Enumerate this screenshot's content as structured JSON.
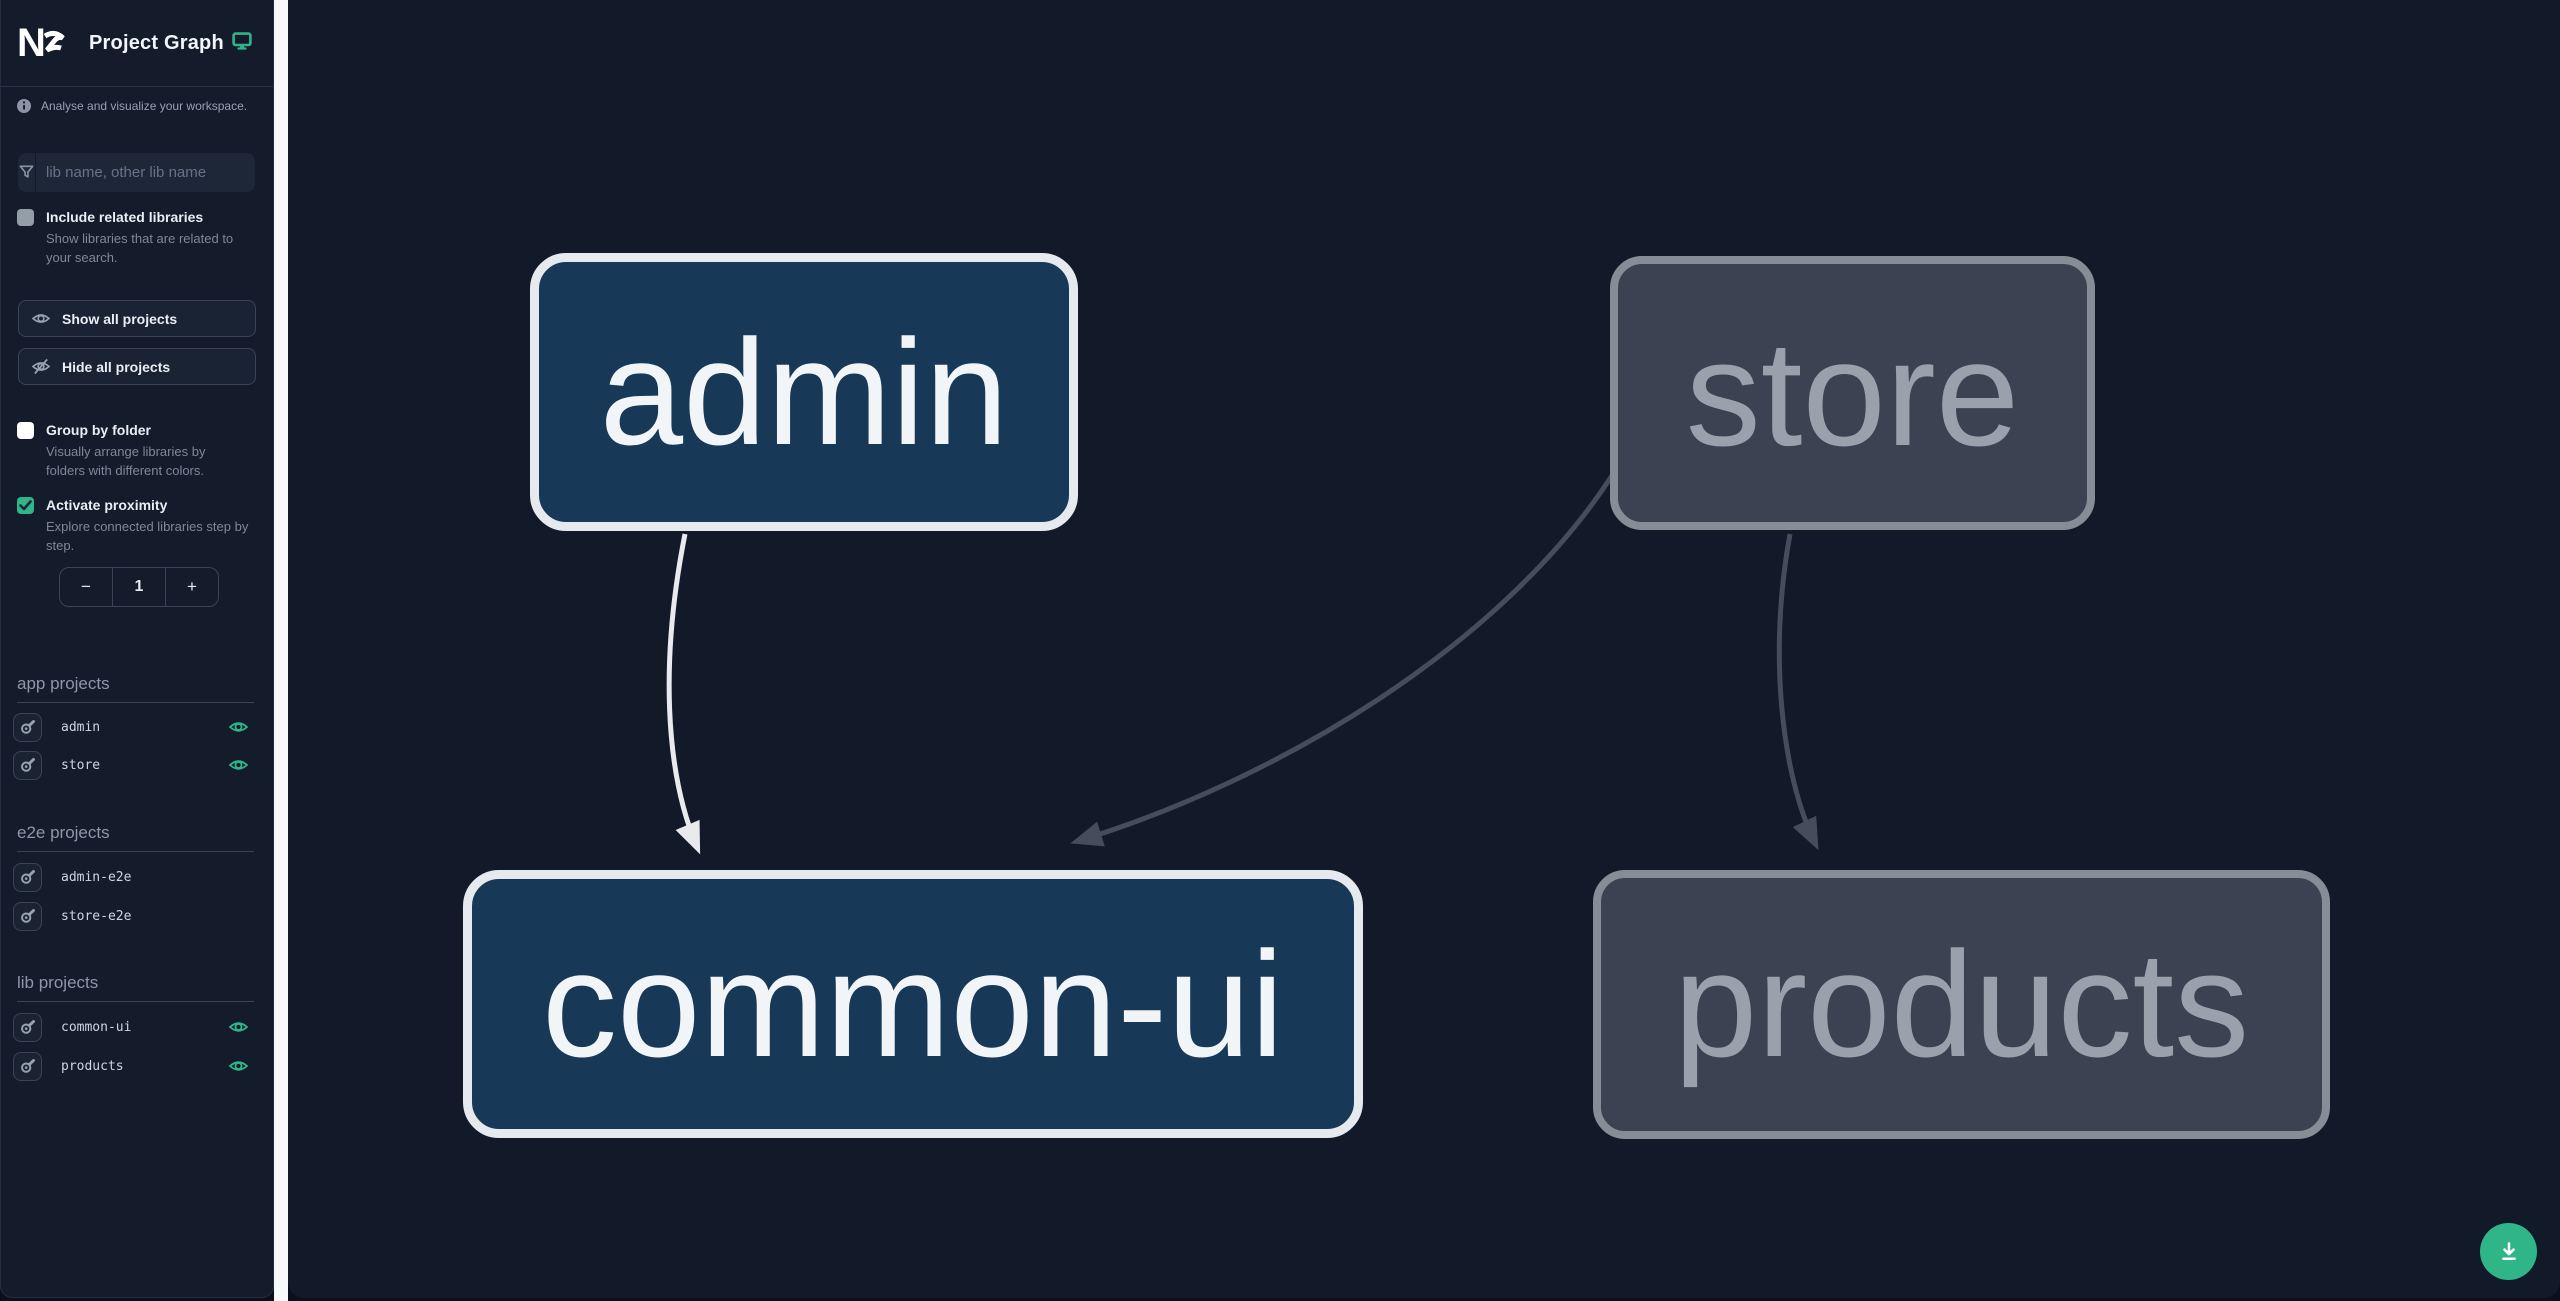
{
  "header": {
    "logo_text": "Nx",
    "title": "Project Graph"
  },
  "sidebar": {
    "tagline": "Analyse and visualize your workspace.",
    "search_placeholder": "lib name, other lib name",
    "include_related": {
      "label": "Include related libraries",
      "description": "Show libraries that are related to your search.",
      "checked": false
    },
    "buttons": {
      "show_all": "Show all projects",
      "hide_all": "Hide all projects"
    },
    "group_by_folder": {
      "label": "Group by folder",
      "description": "Visually arrange libraries by folders with different colors.",
      "checked": false
    },
    "activate_proximity": {
      "label": "Activate proximity",
      "description": "Explore connected libraries step by step.",
      "checked": true
    },
    "proximity_stepper": {
      "decrement": "−",
      "value": "1",
      "increment": "+"
    },
    "sections": [
      {
        "title": "app projects",
        "items": [
          {
            "name": "admin",
            "visible": true
          },
          {
            "name": "store",
            "visible": true
          }
        ]
      },
      {
        "title": "e2e projects",
        "items": [
          {
            "name": "admin-e2e",
            "visible": false
          },
          {
            "name": "store-e2e",
            "visible": false
          }
        ]
      },
      {
        "title": "lib projects",
        "items": [
          {
            "name": "common-ui",
            "visible": true
          },
          {
            "name": "products",
            "visible": true
          }
        ]
      }
    ]
  },
  "graph": {
    "nodes": [
      {
        "id": "admin",
        "label": "admin",
        "state": "focused"
      },
      {
        "id": "store",
        "label": "store",
        "state": "dimmed"
      },
      {
        "id": "common-ui",
        "label": "common-ui",
        "state": "focused"
      },
      {
        "id": "products",
        "label": "products",
        "state": "dimmed"
      }
    ],
    "edges": [
      {
        "from": "admin",
        "to": "common-ui",
        "state": "focused"
      },
      {
        "from": "store",
        "to": "common-ui",
        "state": "dimmed"
      },
      {
        "from": "store",
        "to": "products",
        "state": "dimmed"
      }
    ]
  },
  "fab": {
    "action": "download-graph-image"
  },
  "colors": {
    "accent_teal": "#2fb588",
    "sidebar_bg": "#141b2b",
    "canvas_bg": "#121928",
    "node_focused_fill": "#183858",
    "node_focused_border": "#e6e9ed",
    "node_dimmed_fill": "#3b4352",
    "node_dimmed_border": "#868d97",
    "edge_focused": "#e8eaee",
    "edge_dimmed": "#454d5c"
  }
}
